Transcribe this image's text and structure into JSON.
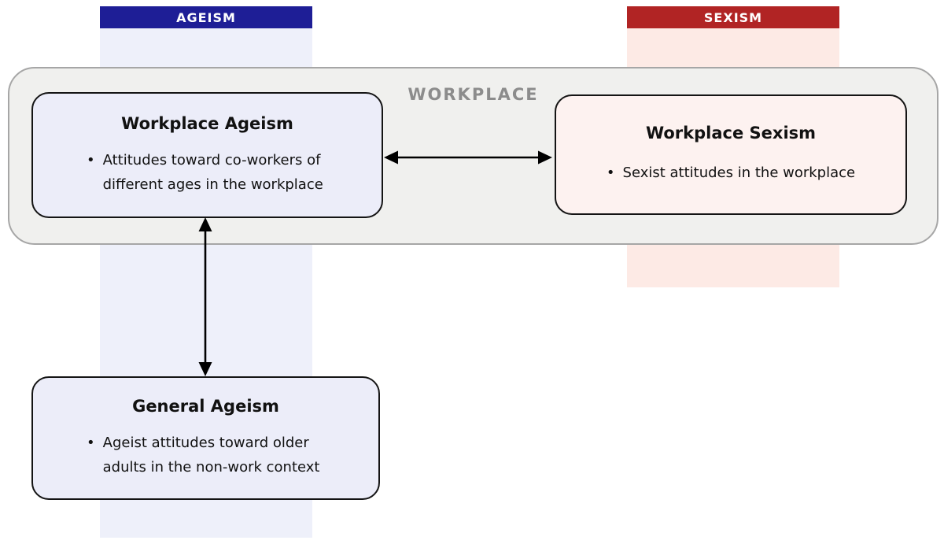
{
  "banners": {
    "ageism": {
      "label": "AGEISM"
    },
    "sexism": {
      "label": "SEXISM"
    }
  },
  "workplace": {
    "label": "WORKPLACE",
    "ageism_box": {
      "title": "Workplace Ageism",
      "bullet": "Attitudes toward co-workers of different ages in the workplace"
    },
    "sexism_box": {
      "title": "Workplace Sexism",
      "bullet": "Sexist attitudes in the workplace"
    }
  },
  "general_ageism_box": {
    "title": "General Ageism",
    "bullet": "Ageist attitudes toward older adults in the non-work context"
  },
  "glyphs": {
    "bullet": "•"
  },
  "colors": {
    "ageism_banner_bg": "#1e1e96",
    "sexism_banner_bg": "#b12424",
    "banner_text": "#ffffff",
    "ageism_column_bg": "#eef0fa",
    "sexism_column_bg": "#fdeae5",
    "workplace_bg": "#f0f0ee",
    "workplace_border": "#a6a6a6",
    "workplace_label_text": "#8c8c8c",
    "ageism_box_bg": "#ecedf9",
    "sexism_box_bg": "#fdf2f0",
    "box_border": "#141414",
    "body_text": "#111111",
    "arrow": "#000000"
  }
}
